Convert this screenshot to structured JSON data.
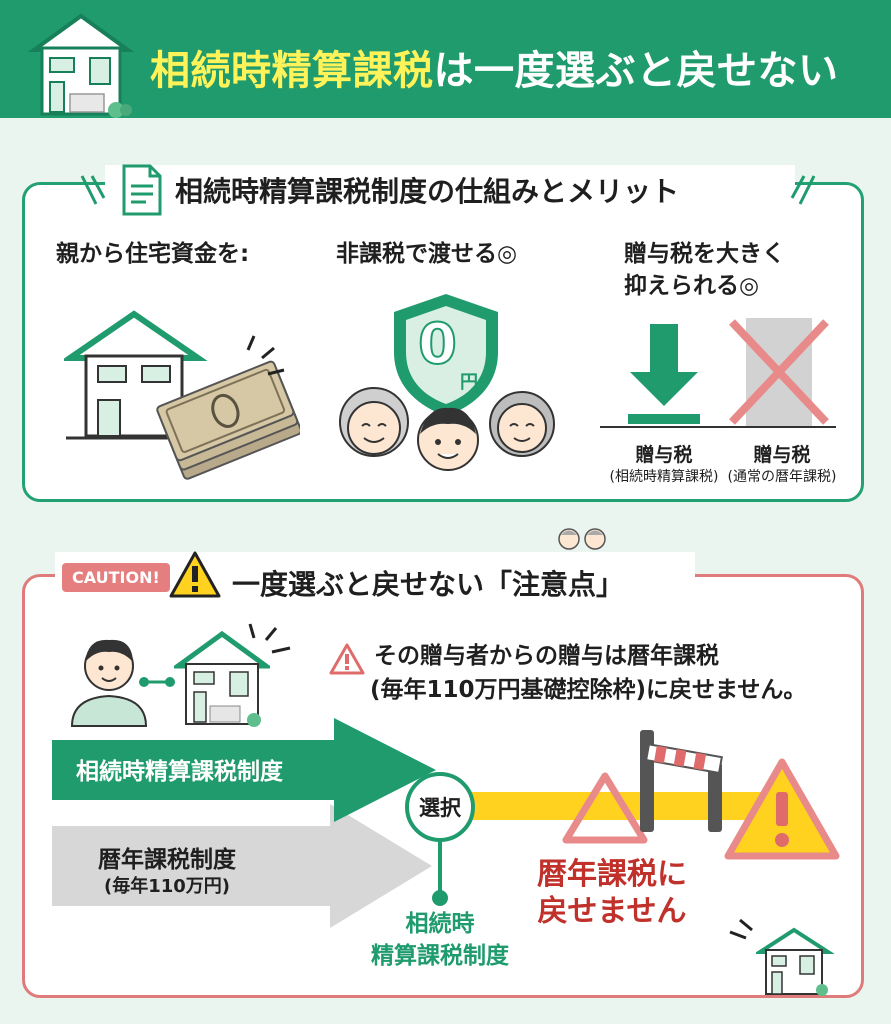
{
  "header": {
    "title_highlight": "相続時精算課税",
    "title_rest": "は一度選ぶと戻せない"
  },
  "merit_panel": {
    "title": "相続時精算課税制度の仕組みとメリット",
    "col1_heading": "親から住宅資金を:",
    "col2_heading": "非課税で渡せる◎",
    "col3_heading_line1": "贈与税を大きく",
    "col3_heading_line2": "抑えられる◎",
    "shield_value": "0",
    "shield_unit": "円",
    "bar1_label": "贈与税",
    "bar1_sub": "(相続時精算課税)",
    "bar2_label": "贈与税",
    "bar2_sub": "(通常の暦年課税)"
  },
  "caution_panel": {
    "badge": "CAUTION!",
    "title": "一度選ぶと戻せない「注意点」",
    "warning_line1": "その贈与者からの贈与は暦年課税",
    "warning_line2": "(毎年110万円基礎控除枠)に戻せません。",
    "arrow1_label": "相続時精算課税制度",
    "arrow2_label_line1": "暦年課税制度",
    "arrow2_label_line2": "(毎年110万円)",
    "choice_label": "選択",
    "red_line1": "暦年課税に",
    "red_line2": "戻せません",
    "green_line1": "相続時",
    "green_line2": "精算課税制度"
  },
  "colors": {
    "brand_green": "#1f9b6e",
    "highlight_yellow": "#fff35a",
    "caution_red": "#e07b7b",
    "warning_yellow": "#ffd21f"
  }
}
